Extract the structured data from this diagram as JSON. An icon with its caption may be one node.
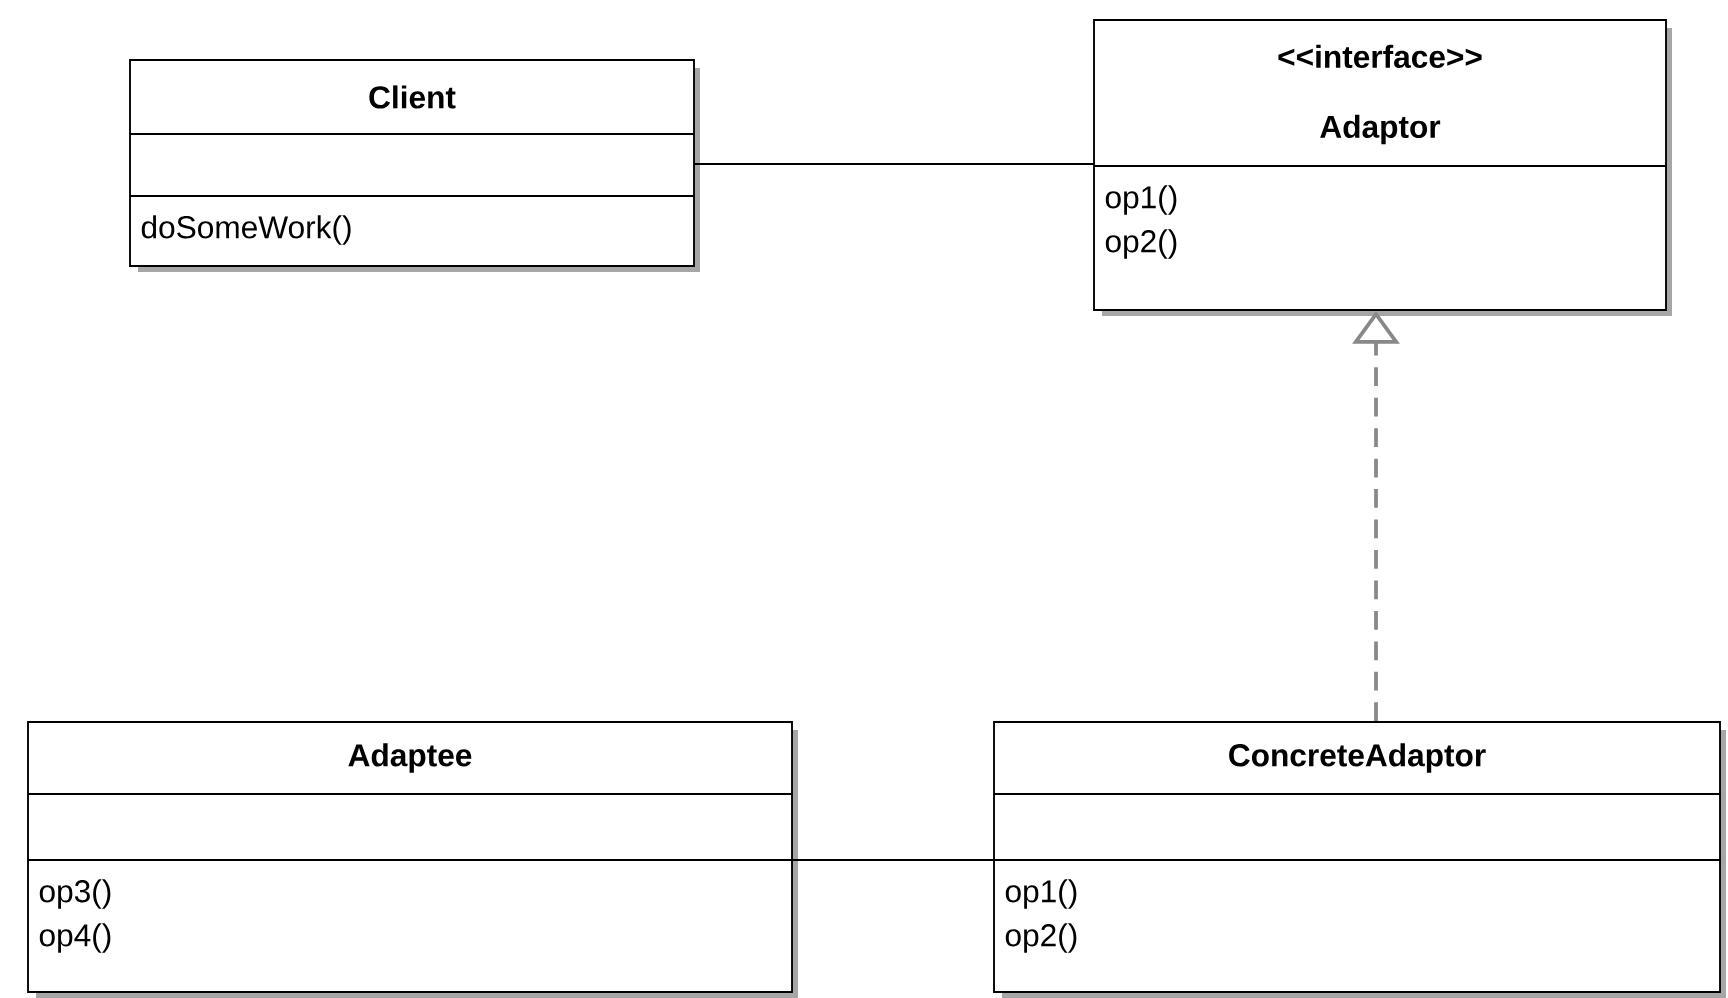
{
  "diagram": {
    "nodes": [
      {
        "text": [
          "Client",
          "doSomeWork()"
        ]
      },
      {
        "text": [
          "<<interface>>",
          "Adaptor",
          "op1()",
          "op2()"
        ]
      },
      {
        "text": [
          "Adaptee",
          "op3()",
          "op4()"
        ]
      },
      {
        "text": [
          "ConcreteAdaptor",
          "op1()",
          "op2()"
        ]
      }
    ],
    "edges": [
      {
        "from": 0,
        "to": 1,
        "arrow": "none"
      },
      {
        "from": 3,
        "to": 1,
        "arrow": "to",
        "style": "dashed",
        "color": "#888888"
      },
      {
        "from": 2,
        "to": 3,
        "arrow": "none"
      }
    ]
  }
}
